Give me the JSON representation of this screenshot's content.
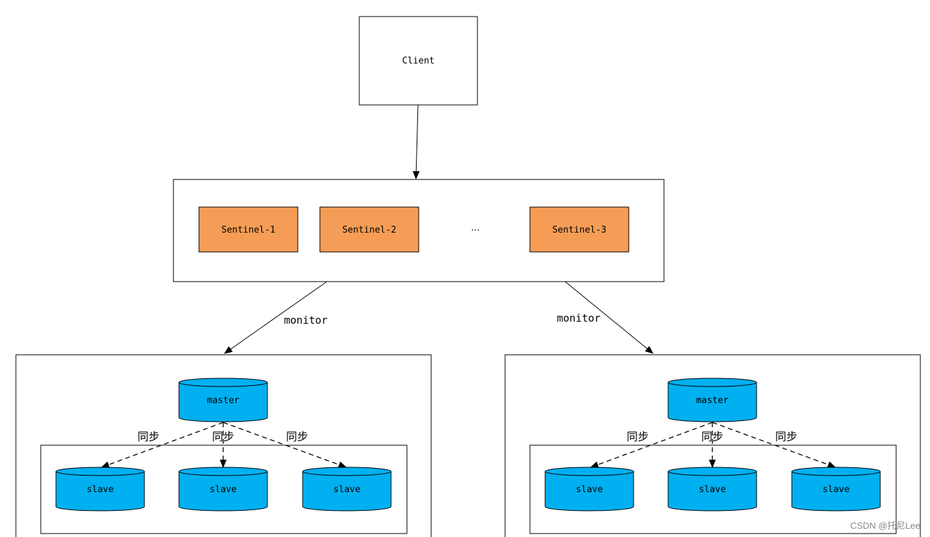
{
  "client": {
    "label": "Client"
  },
  "sentinels": [
    {
      "label": "Sentinel-1"
    },
    {
      "label": "Sentinel-2"
    },
    {
      "label": "Sentinel-3"
    }
  ],
  "ellipsis": "…",
  "monitor_label": "monitor",
  "sync_label": "同步",
  "groups": [
    {
      "master": "master",
      "slaves": [
        "slave",
        "slave",
        "slave"
      ]
    },
    {
      "master": "master",
      "slaves": [
        "slave",
        "slave",
        "slave"
      ]
    }
  ],
  "colors": {
    "sentinel_fill": "#F59D56",
    "db_fill": "#00B0F0",
    "stroke": "#000000"
  },
  "watermark": "CSDN @托尼Lee"
}
